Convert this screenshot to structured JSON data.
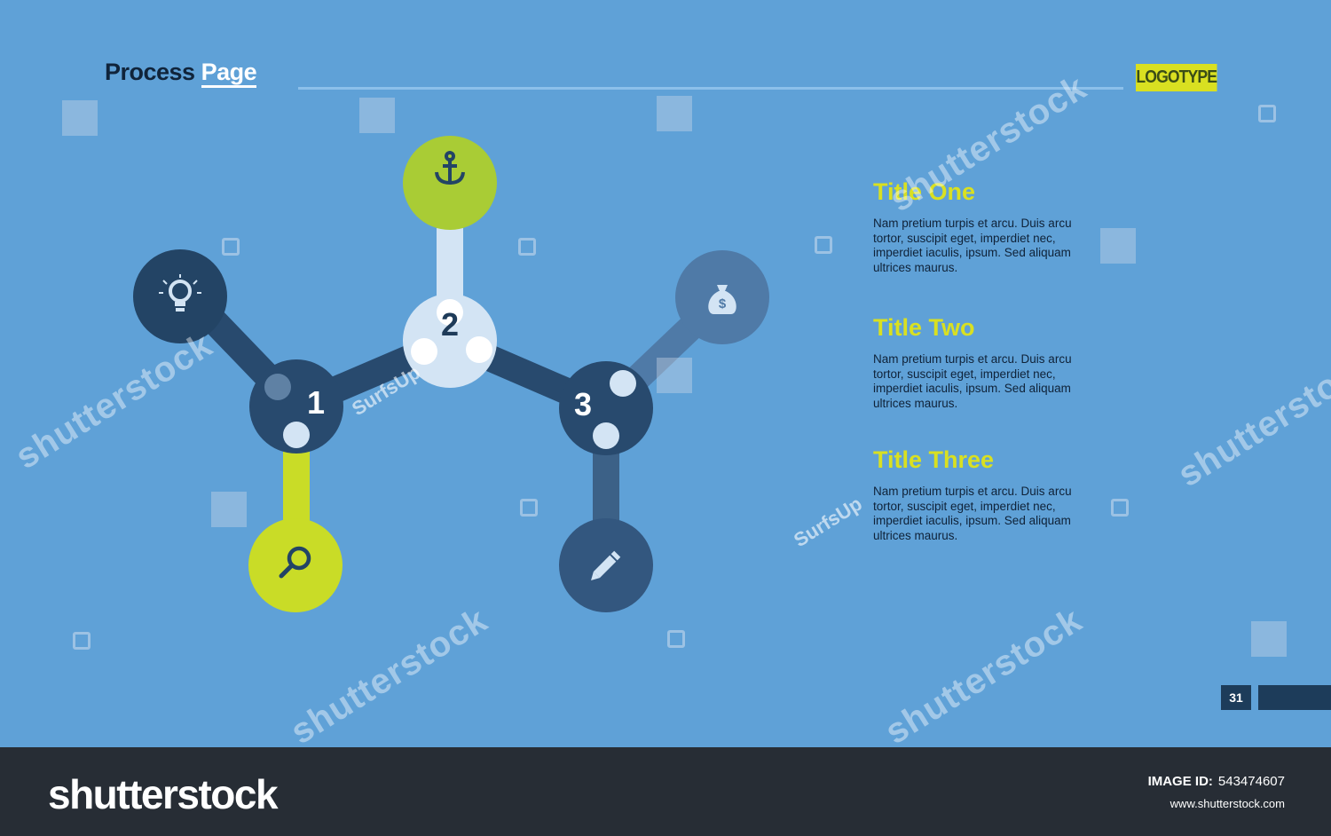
{
  "header": {
    "title_part1": "Process",
    "title_part2": "Page",
    "logo": "LOGOTYPE"
  },
  "diagram": {
    "hubs": [
      {
        "label": "1",
        "color": "#284a6e"
      },
      {
        "label": "2",
        "color": "#d3e4f4"
      },
      {
        "label": "3",
        "color": "#284a6e"
      }
    ],
    "satellites": [
      {
        "icon": "lightbulb-icon",
        "hub": "1",
        "color": "#234465"
      },
      {
        "icon": "magnifier-icon",
        "hub": "1",
        "color": "#c9dc27"
      },
      {
        "icon": "anchor-icon",
        "hub": "2",
        "color": "#a9cc35"
      },
      {
        "icon": "money-bag-icon",
        "hub": "3",
        "color": "#4f7aa7"
      },
      {
        "icon": "pencil-icon",
        "hub": "3",
        "color": "#33577f"
      }
    ],
    "colors": {
      "dark": "#284a6e",
      "light": "#d3e4f4",
      "lime": "#c9dc27",
      "mid": "#3c6187"
    }
  },
  "steps": [
    {
      "title": "Title One",
      "text": "Nam pretium turpis et arcu. Duis arcu tortor, suscipit eget, imperdiet nec, imperdiet iaculis, ipsum. Sed aliquam ultrices maurus."
    },
    {
      "title": "Title Two",
      "text": "Nam pretium turpis et arcu. Duis arcu tortor, suscipit eget, imperdiet nec, imperdiet iaculis, ipsum. Sed aliquam ultrices maurus."
    },
    {
      "title": "Title Three",
      "text": "Nam pretium turpis et arcu. Duis arcu tortor, suscipit eget, imperdiet nec, imperdiet iaculis, ipsum. Sed aliquam ultrices maurus."
    }
  ],
  "page_number": "31",
  "watermark": {
    "brand": "shutterstock",
    "tag": "SurfsUp"
  },
  "footer": {
    "logo": "shutterstock",
    "image_id_label": "IMAGE ID:",
    "image_id": "543474607",
    "url": "www.shutterstock.com"
  }
}
